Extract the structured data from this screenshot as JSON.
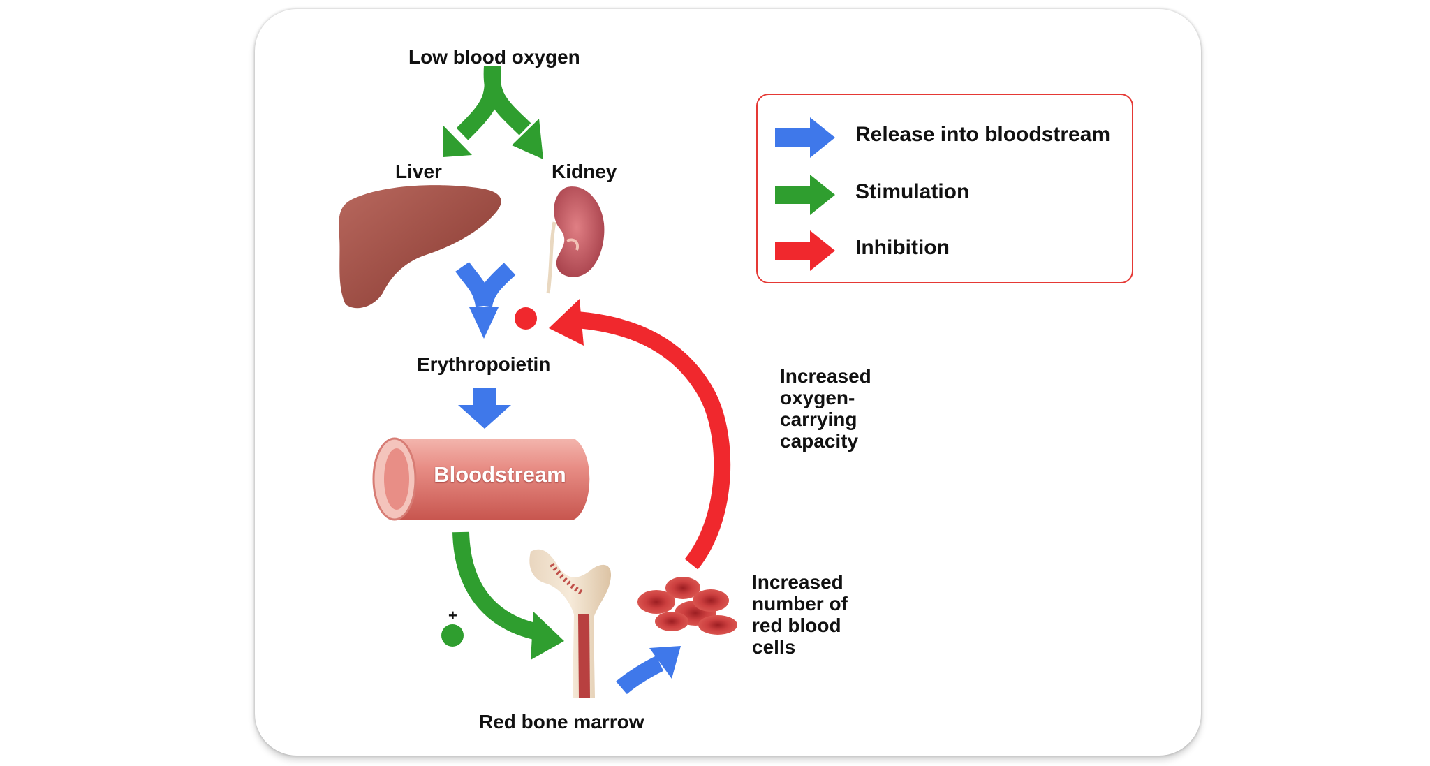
{
  "colors": {
    "release": "#3f78ea",
    "stimulation": "#2f9e2f",
    "inhibition": "#f0282d",
    "legend_border": "#e53935"
  },
  "labels": {
    "low_blood_oxygen": "Low blood oxygen",
    "liver": "Liver",
    "kidney": "Kidney",
    "erythropoietin": "Erythropoietin",
    "bloodstream": "Bloodstream",
    "red_bone_marrow": "Red bone marrow",
    "increased_rbc": "Increased\nnumber of\nred blood\ncells",
    "increased_o2": "Increased\noxygen-\ncarrying\ncapacity",
    "plus_sign": "+"
  },
  "legend": {
    "items": [
      {
        "label": "Release into bloodstream",
        "icon": "blue-arrow-icon"
      },
      {
        "label": "Stimulation",
        "icon": "green-arrow-icon"
      },
      {
        "label": "Inhibition",
        "icon": "red-arrow-icon"
      }
    ]
  },
  "icons": [
    "liver-illustration",
    "kidney-illustration",
    "bloodstream-vessel",
    "bone-illustration",
    "red-blood-cells"
  ]
}
